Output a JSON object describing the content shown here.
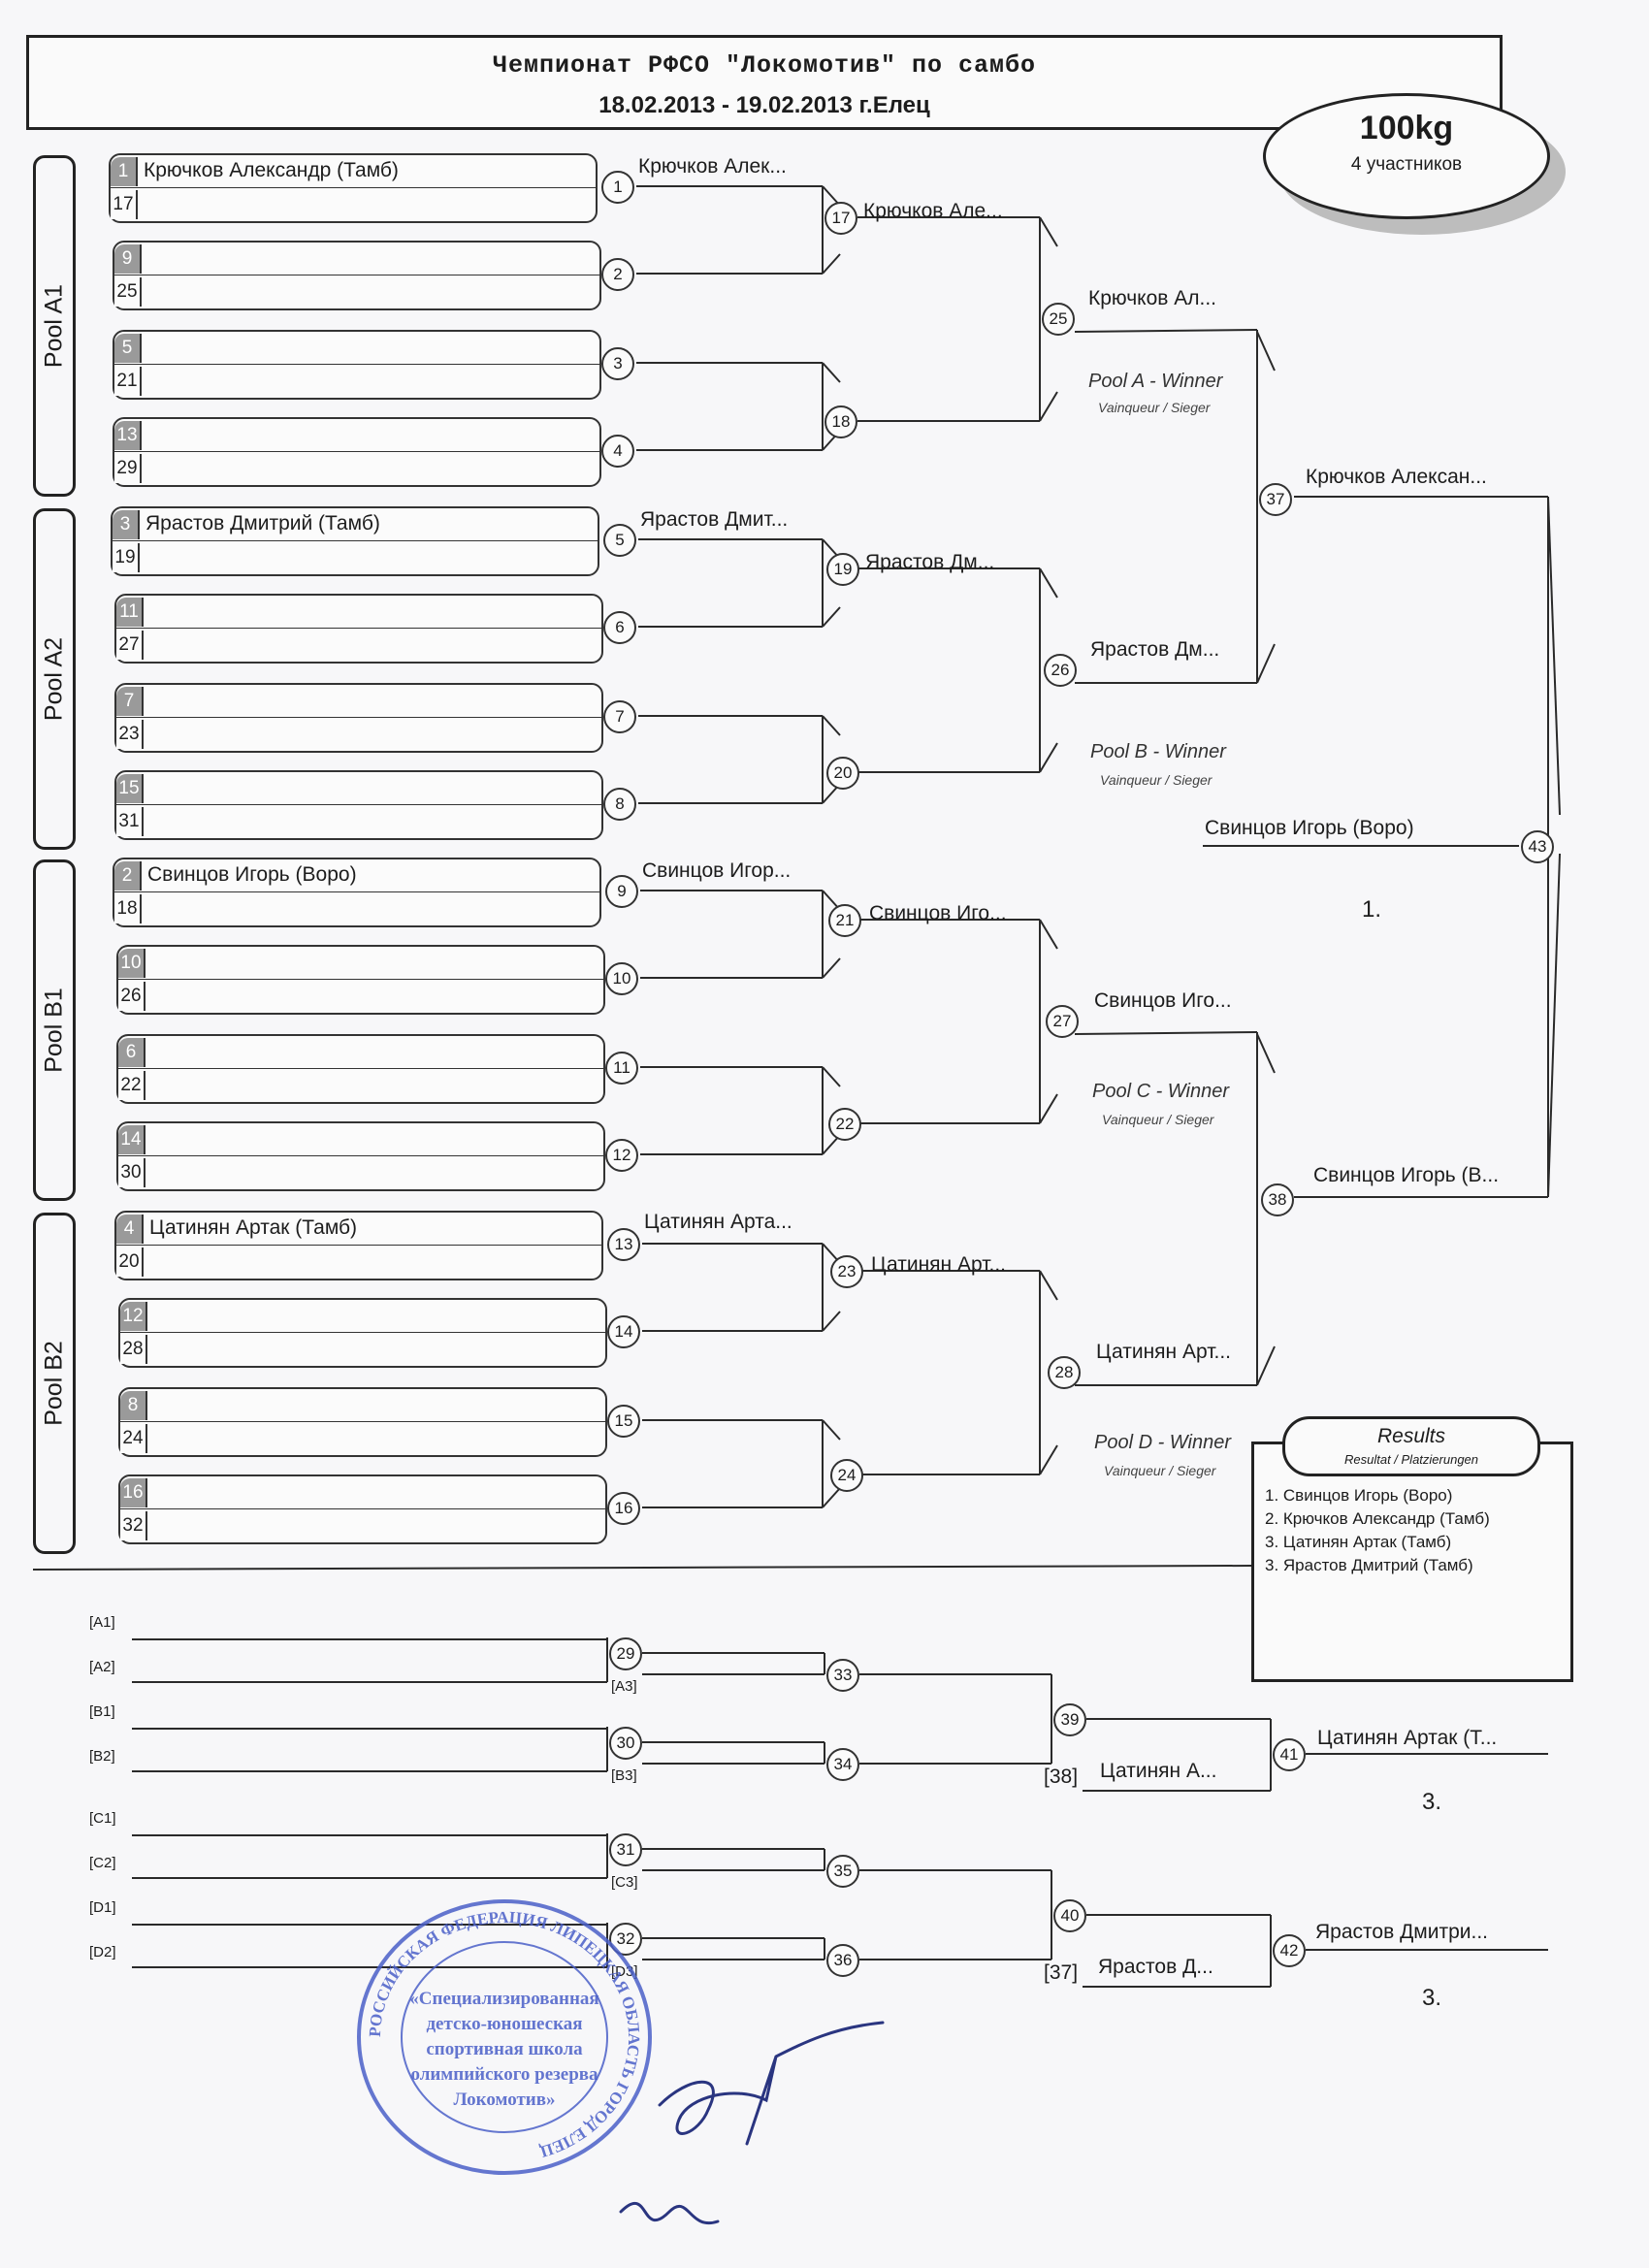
{
  "header": {
    "title": "Чемпионат РФСО \"Локомотив\" по самбо",
    "dates": "18.02.2013 - 19.02.2013 г.Елец"
  },
  "category": {
    "weight": "100kg",
    "participants": "4 участников"
  },
  "pools": [
    "Pool A1",
    "Pool A2",
    "Pool B1",
    "Pool B2"
  ],
  "slots": [
    {
      "n1": "1",
      "n2": "17",
      "name": "Крючков Александр (Тамб)"
    },
    {
      "n1": "9",
      "n2": "25",
      "name": ""
    },
    {
      "n1": "5",
      "n2": "21",
      "name": ""
    },
    {
      "n1": "13",
      "n2": "29",
      "name": ""
    },
    {
      "n1": "3",
      "n2": "19",
      "name": "Ярастов Дмитрий (Тамб)"
    },
    {
      "n1": "11",
      "n2": "27",
      "name": ""
    },
    {
      "n1": "7",
      "n2": "23",
      "name": ""
    },
    {
      "n1": "15",
      "n2": "31",
      "name": ""
    },
    {
      "n1": "2",
      "n2": "18",
      "name": "Свинцов Игорь (Воро)"
    },
    {
      "n1": "10",
      "n2": "26",
      "name": ""
    },
    {
      "n1": "6",
      "n2": "22",
      "name": ""
    },
    {
      "n1": "14",
      "n2": "30",
      "name": ""
    },
    {
      "n1": "4",
      "n2": "20",
      "name": "Цатинян Артак (Тамб)"
    },
    {
      "n1": "12",
      "n2": "28",
      "name": ""
    },
    {
      "n1": "8",
      "n2": "24",
      "name": ""
    },
    {
      "n1": "16",
      "n2": "32",
      "name": ""
    }
  ],
  "round1_winners": [
    "Крючков Алек...",
    "Ярастов Дмит...",
    "Свинцов Игор...",
    "Цатинян Арта..."
  ],
  "round2_winners": [
    "Крючков Але...",
    "Ярастов Дм...",
    "Свинцов Иго...",
    "Цатинян Арт..."
  ],
  "round3_winners": [
    "Крючков Ал...",
    "Ярастов Дм...",
    "Свинцов Иго...",
    "Цатинян Арт..."
  ],
  "pool_winner_labels": [
    "Pool A - Winner",
    "Pool B - Winner",
    "Pool C - Winner",
    "Pool D - Winner"
  ],
  "pool_winner_sub": "Vainqueur / Sieger",
  "semi_winners": [
    "Крючков Алексан...",
    "Свинцов Игорь (В..."
  ],
  "final_winner": "Свинцов Игорь (Воро)",
  "first_place": "1.",
  "results": {
    "title": "Results",
    "subtitle": "Resultat / Platzierungen",
    "items": [
      "1. Свинцов Игорь (Воро)",
      "2. Крючков Александр (Тамб)",
      "3. Цатинян Артак (Тамб)",
      "3. Ярастов Дмитрий (Тамб)"
    ]
  },
  "repechage": {
    "row_labels": [
      "[A1]",
      "[A2]",
      "[B1]",
      "[B2]",
      "[C1]",
      "[C2]",
      "[D1]",
      "[D2]"
    ],
    "small_labels": [
      "[A3]",
      "[B3]",
      "[C3]",
      "[D3]"
    ],
    "refs": [
      "[38]",
      "[37]"
    ],
    "loser_names": [
      "Цатинян А...",
      "Ярастов Д..."
    ],
    "bronze_winners": [
      "Цатинян Артак (Т...",
      "Ярастов Дмитри..."
    ],
    "bronze_place": "3."
  },
  "stamp": {
    "ring_text": "РОССИЙСКАЯ ФЕДЕРАЦИЯ ЛИПЕЦКАЯ ОБЛАСТЬ ГОРОД ЕЛЕЦ",
    "center_lines": [
      "«Специализированная",
      "детско-юношеская",
      "спортивная школа",
      "олимпийского резерва",
      "Локомотив»"
    ]
  },
  "ink": "#4a5fc8"
}
